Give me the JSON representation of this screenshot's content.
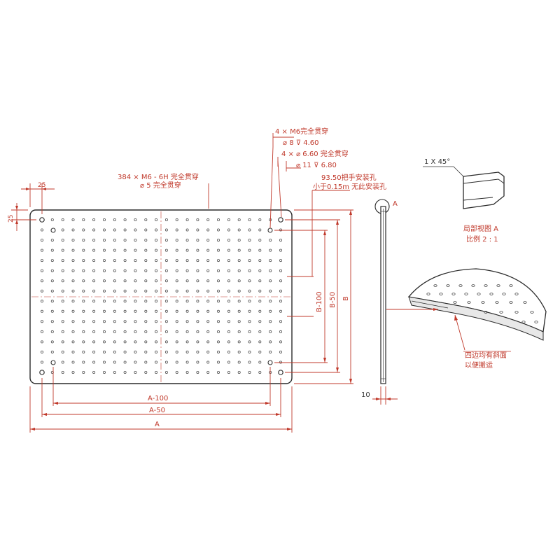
{
  "colors": {
    "annotation": "#c0392b",
    "outline": "#2a2a2a",
    "hole": "#555555"
  },
  "plate": {
    "hole_columns": 24,
    "hole_rows": 16
  },
  "dims": {
    "hole_pitch_x": "25",
    "hole_pitch_y": "25",
    "a_minus_100": "A-100",
    "a_minus_50": "A-50",
    "a": "A",
    "b_minus_100": "B-100",
    "b_minus_50": "B-50",
    "b": "B",
    "thickness": "10"
  },
  "callouts": {
    "tapped_holes_1": "384 × M6 - 6H 完全贯穿",
    "tapped_holes_2": "⌀ 5 完全贯穿",
    "corner_m6": "4 × M6完全贯穿",
    "counterbore_8": "⌀ 8 ⊽ 4.60",
    "mount_holes": "4 × ⌀ 6.60 完全贯穿",
    "counterbore_11": "⌀ 11 ⊽ 6.80",
    "handle_note_1": "93.50把手安装孔",
    "handle_note_2": "小于0.15m 无此安装孔",
    "section_marker": "A"
  },
  "detail": {
    "chamfer": "1 X 45°",
    "view_title": "局部视图 A",
    "scale": "比例 2 : 1"
  },
  "bevel_note": {
    "line1": "四边均有斜面",
    "line2": "以便搬运"
  }
}
